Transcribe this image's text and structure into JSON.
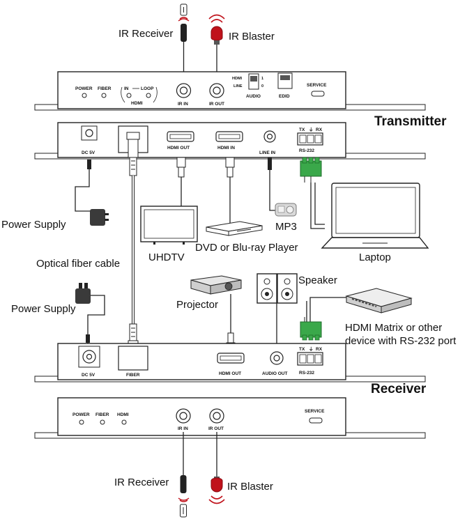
{
  "titles": {
    "transmitter": "Transmitter",
    "receiver": "Receiver"
  },
  "labels": {
    "ir_receiver_top": "IR Receiver",
    "ir_blaster_top": "IR Blaster",
    "power_supply_top": "Power Supply",
    "optical_fiber_cable": "Optical fiber cable",
    "power_supply_bottom": "Power Supply",
    "uhdtv": "UHDTV",
    "dvd_player": "DVD or Blu-ray Player",
    "mp3": "MP3",
    "laptop": "Laptop",
    "projector": "Projector",
    "speaker": "Speaker",
    "hdmi_matrix_line1": "HDMI Matrix or other",
    "hdmi_matrix_line2": "device with RS-232 port",
    "ir_receiver_bottom": "IR Receiver",
    "ir_blaster_bottom": "IR Blaster"
  },
  "tx_front": {
    "power": "POWER",
    "fiber": "FIBER",
    "in": "IN",
    "loop": "LOOP",
    "hdmi": "HDMI",
    "ir_in": "IR IN",
    "ir_out": "IR OUT",
    "sw_hdmi": "HDMI",
    "sw_line": "LINE",
    "sw_1": "1",
    "sw_0": "0",
    "audio": "AUDIO",
    "edid": "EDID",
    "service": "SERVICE"
  },
  "tx_rear": {
    "dc5v": "DC 5V",
    "hdmi_out": "HDMI OUT",
    "hdmi_in": "HDMI IN",
    "line_in": "LINE  IN",
    "tx": "TX",
    "rx": "RX",
    "rs232": "RS-232"
  },
  "rx_rear": {
    "dc5v": "DC 5V",
    "fiber": "FIBER",
    "hdmi_out": "HDMI OUT",
    "audio_out": "AUDIO OUT",
    "tx": "TX",
    "rx": "RX",
    "rs232": "RS-232"
  },
  "rx_front": {
    "power": "POWER",
    "fiber": "FIBER",
    "hdmi": "HDMI",
    "ir_in": "IR IN",
    "ir_out": "IR OUT",
    "service": "SERVICE"
  },
  "colors": {
    "line": "#222222",
    "ir_red": "#c0121b",
    "terminal_green": "#3aa84a",
    "device_gray": "#d9d9d9"
  }
}
